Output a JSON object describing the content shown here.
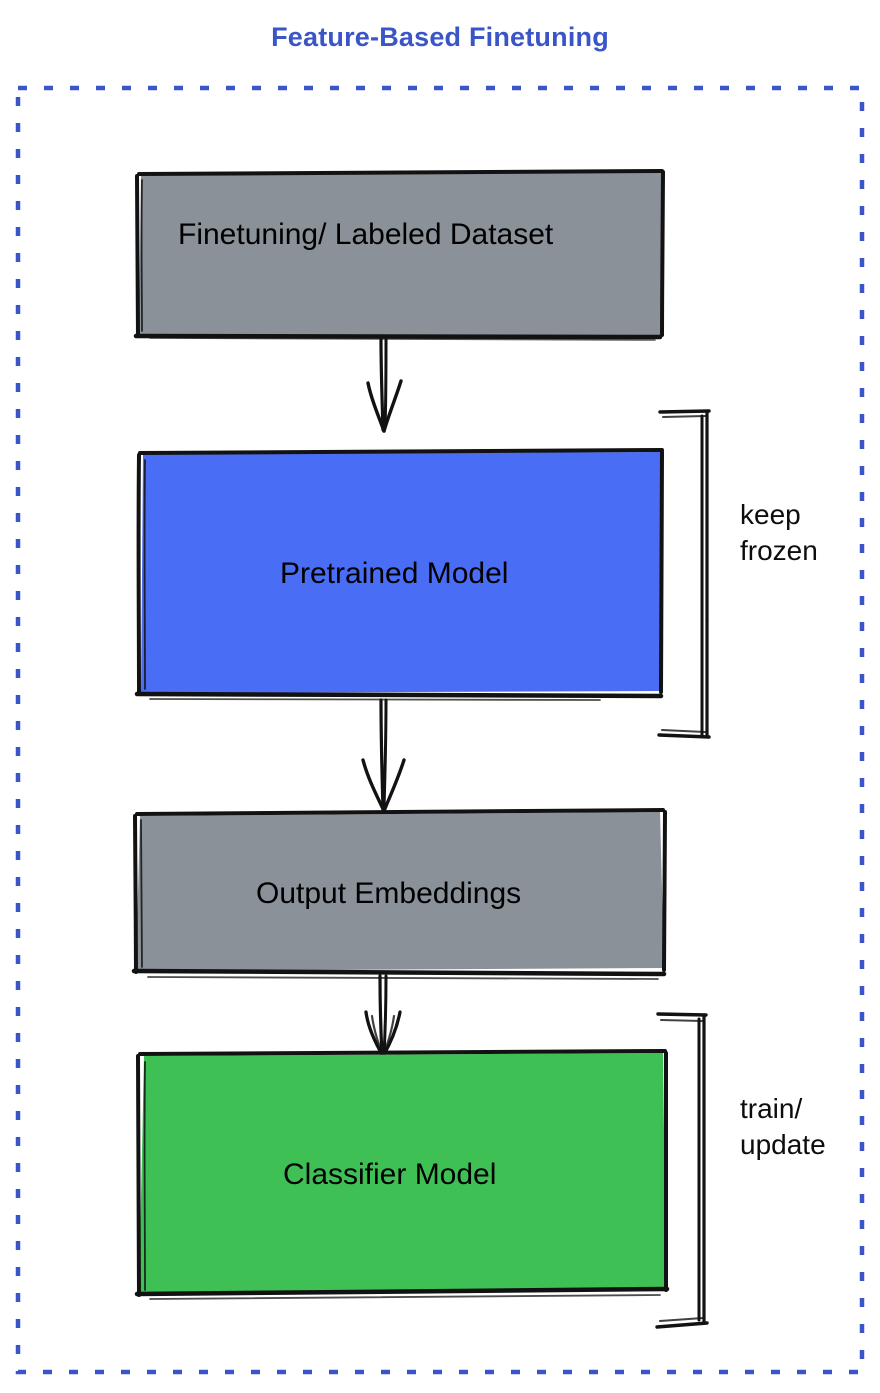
{
  "diagram": {
    "title": "Feature-Based Finetuning",
    "type": "flowchart",
    "style": "hand-drawn sketch",
    "background": "#ffffff",
    "colors": {
      "title_blue": "#3a55c8",
      "container_border_blue": "#3a55c8",
      "gray_fill": "#8a9199",
      "blue_fill": "#4a6df5",
      "green_fill": "#3fc055",
      "stroke_black": "#121212",
      "label_black": "#0d0d0d"
    },
    "container": {
      "name": "dashed-container",
      "border_style": "dashed",
      "border_color": "#3a55c8"
    },
    "nodes": [
      {
        "id": "dataset",
        "label": "Finetuning/ Labeled Dataset",
        "fill": "#8a9199",
        "fill_name": "gray"
      },
      {
        "id": "pretrained",
        "label": "Pretrained Model",
        "fill": "#4a6df5",
        "fill_name": "blue"
      },
      {
        "id": "embeddings",
        "label": "Output Embeddings",
        "fill": "#8a9199",
        "fill_name": "gray"
      },
      {
        "id": "classifier",
        "label": "Classifier Model",
        "fill": "#3fc055",
        "fill_name": "green"
      }
    ],
    "edges": [
      {
        "from": "dataset",
        "to": "pretrained",
        "label": ""
      },
      {
        "from": "pretrained",
        "to": "embeddings",
        "label": ""
      },
      {
        "from": "embeddings",
        "to": "classifier",
        "label": ""
      }
    ],
    "annotations": [
      {
        "id": "keep-frozen",
        "text": "keep\nfrozen",
        "target": "pretrained",
        "bracket": true
      },
      {
        "id": "train-update",
        "text": "train/\nupdate",
        "target": "classifier",
        "bracket": true
      }
    ]
  }
}
